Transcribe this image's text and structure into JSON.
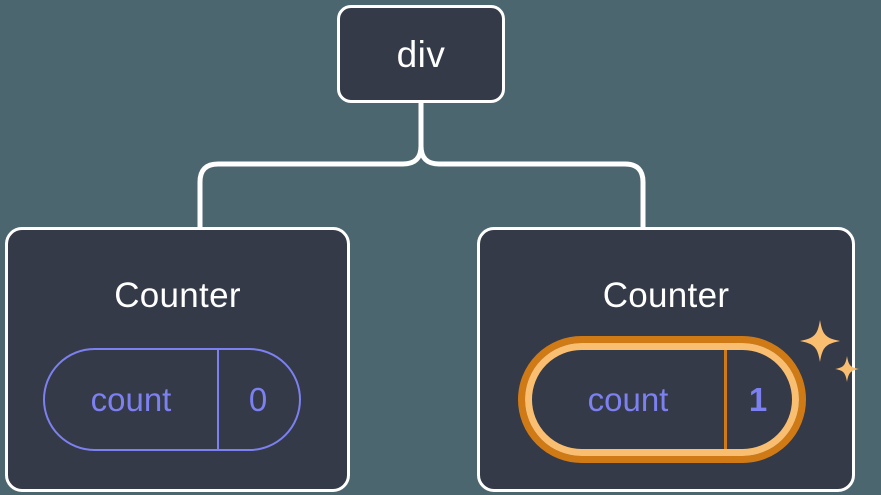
{
  "diagram": {
    "type": "component-tree",
    "title_semantic": "react-component-tree-with-state",
    "background_color": "#4c6670",
    "node_fill_color": "#343a47",
    "node_border_color": "#ffffff",
    "state_accent_color": "#7c80f0",
    "highlight_ring_outer_color": "#d07a16",
    "highlight_ring_inner_color": "#fabe70",
    "sparkle_color": "#fabe70",
    "connector_color": "#ffffff"
  },
  "root": {
    "label": "div"
  },
  "children": [
    {
      "id": "counter-left",
      "label": "Counter",
      "state": {
        "key": "count",
        "value": "0"
      },
      "highlighted": false,
      "sparkles": false
    },
    {
      "id": "counter-right",
      "label": "Counter",
      "state": {
        "key": "count",
        "value": "1"
      },
      "highlighted": true,
      "sparkles": true
    }
  ]
}
